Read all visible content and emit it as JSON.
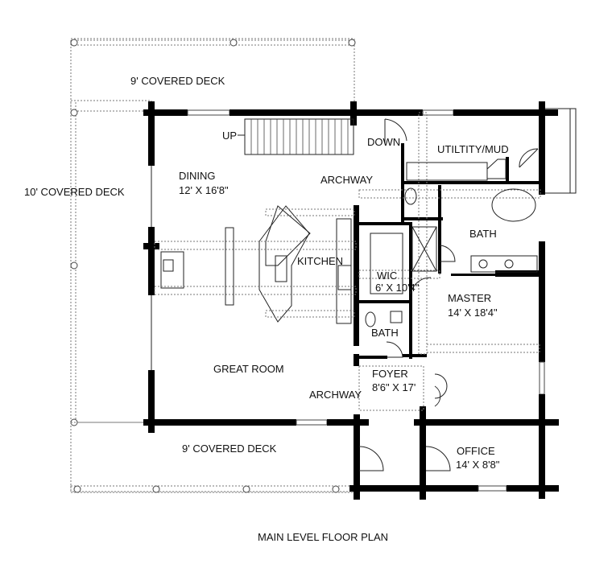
{
  "plan": {
    "title": "MAIN LEVEL FLOOR PLAN",
    "labels": {
      "top_deck": "9' COVERED DECK",
      "left_deck": "10' COVERED DECK",
      "bottom_deck": "9' COVERED DECK",
      "up": "UP",
      "down": "DOWN",
      "utility": "UTILTITY/MUD",
      "dining": "DINING",
      "dining_size": "12' X 16'8\"",
      "archway_top": "ARCHWAY",
      "kitchen": "KITCHEN",
      "master_bath": "BATH",
      "wic": "WIC",
      "wic_size": "6' X 10'4\"",
      "master": "MASTER",
      "master_size": "14' X 18'4\"",
      "bath": "BATH",
      "great_room": "GREAT ROOM",
      "foyer": "FOYER",
      "foyer_size": "8'6\" X 17'",
      "archway_bottom": "ARCHWAY",
      "office": "OFFICE",
      "office_size": "14' X 8'8\""
    }
  }
}
